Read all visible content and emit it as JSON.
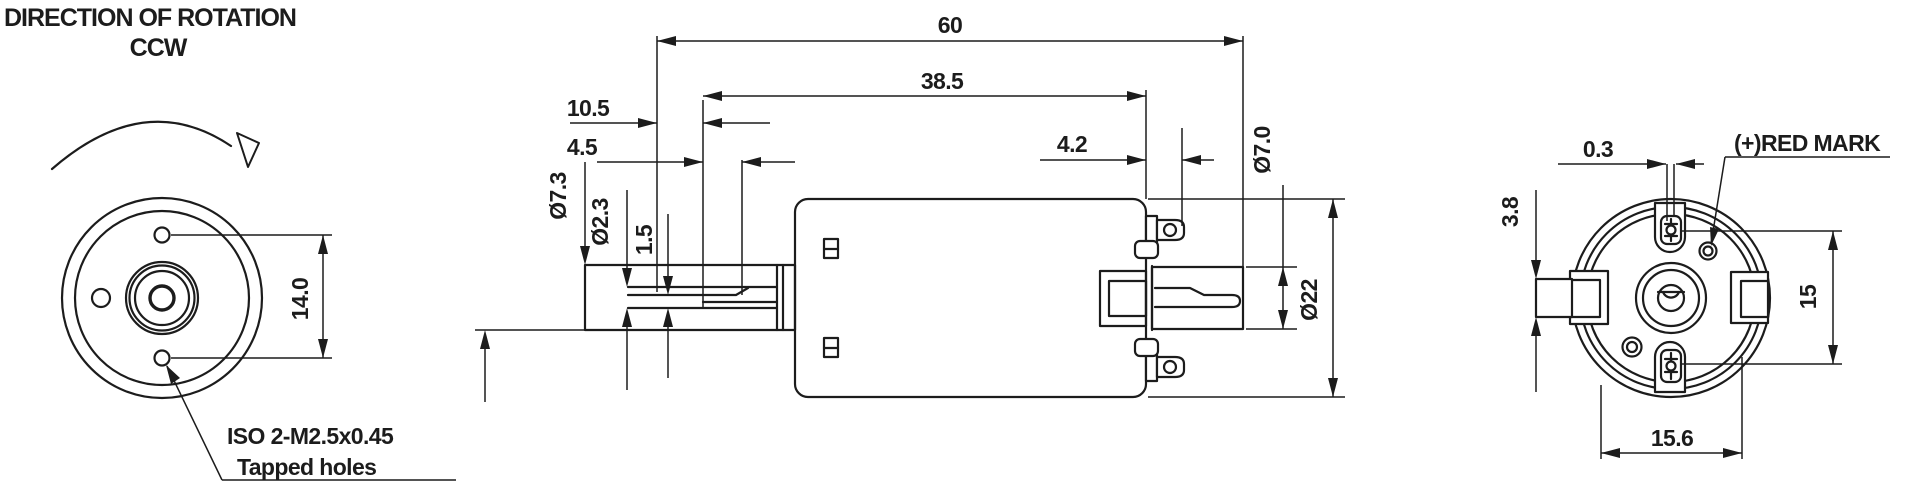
{
  "header": {
    "title": "DIRECTION OF ROTATION",
    "subtitle": "CCW"
  },
  "front_view": {
    "hole_spacing": "14.0",
    "thread_note_line1": "ISO 2-M2.5x0.45",
    "thread_note_line2": "Tapped holes"
  },
  "side_view": {
    "overall_length": "60",
    "body_length": "38.5",
    "front_section_length": "10.5",
    "bushing_step_length": "4.5",
    "terminal_length": "4.2",
    "bushing_diameter": "Ø7.3",
    "shaft_diameter": "Ø2.3",
    "shaft_flat": "1.5",
    "rear_boss_diameter": "Ø7.0",
    "body_diameter": "Ø22"
  },
  "rear_view": {
    "mark_offset": "0.3",
    "red_mark_label": "(+)RED MARK",
    "terminal_spacing": "15",
    "across_flats": "15.6",
    "tab_width": "3.8"
  },
  "colors": {
    "line": "#1c1c1c",
    "background": "#ffffff"
  }
}
